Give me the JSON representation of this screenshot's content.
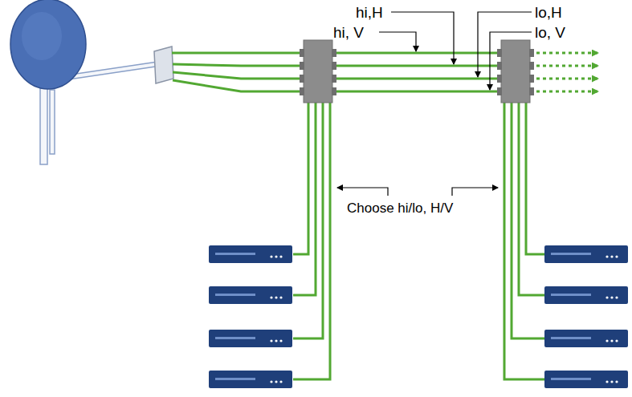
{
  "diagram": {
    "labels": [
      "hi,H",
      "lo,H",
      "hi, V",
      "lo, V",
      "Choose hi/lo, H/V"
    ]
  }
}
